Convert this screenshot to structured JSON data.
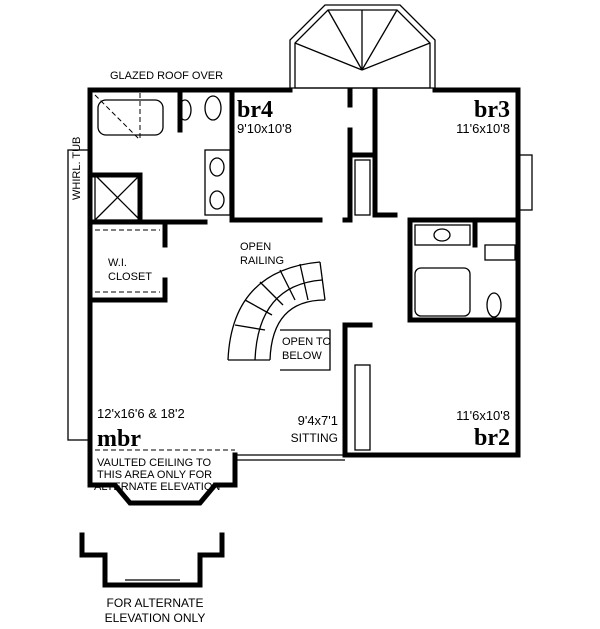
{
  "labels": {
    "glazed_roof": "GLAZED ROOF OVER",
    "whirl_tub": "WHIRL. TUB",
    "closet_line1": "W.I.",
    "closet_line2": "CLOSET",
    "open_railing_1": "OPEN",
    "open_railing_2": "RAILING",
    "open_below_1": "OPEN TO",
    "open_below_2": "BELOW",
    "vaulted_1": "VAULTED CEILING TO",
    "vaulted_2": "THIS AREA ONLY FOR",
    "vaulted_3": "ALTERNATE ELEVATION",
    "alt_1": "FOR ALTERNATE",
    "alt_2": "ELEVATION  ONLY"
  },
  "rooms": {
    "br4": {
      "name": "br4",
      "size": "9'10x10'8"
    },
    "br3": {
      "name": "br3",
      "size": "11'6x10'8"
    },
    "br2": {
      "name": "br2",
      "size": "11'6x10'8"
    },
    "mbr": {
      "name": "mbr",
      "size": "12'x16'6 & 18'2"
    },
    "sitting": {
      "name": "SITTING",
      "size": "9'4x7'1"
    }
  }
}
